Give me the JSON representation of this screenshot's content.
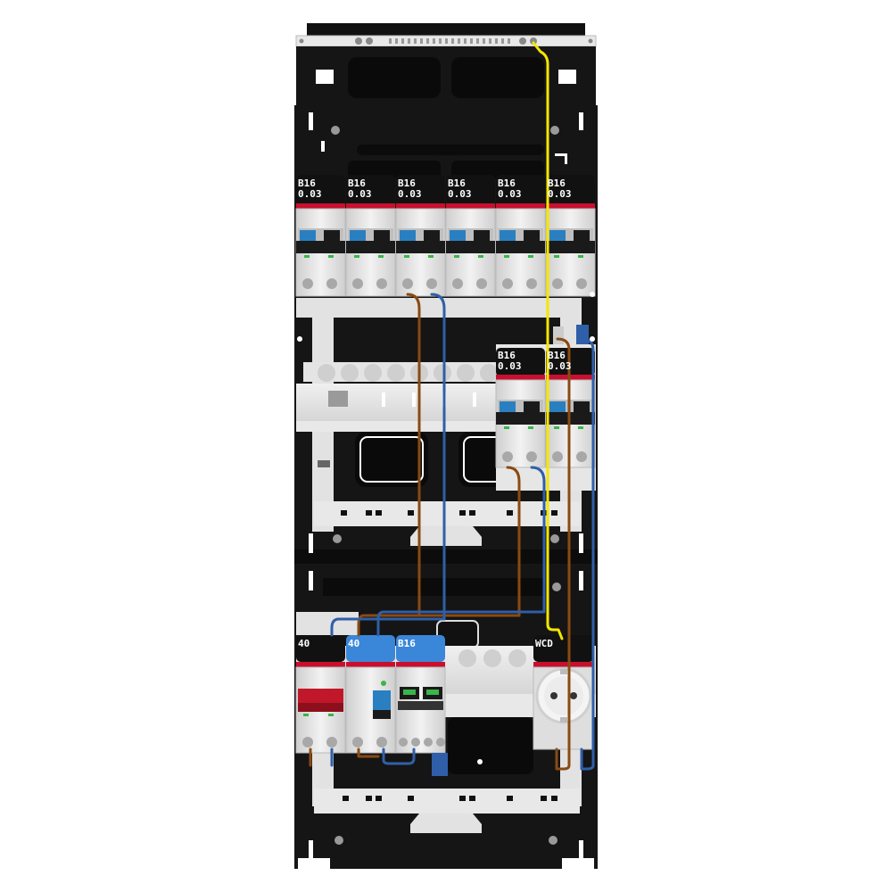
{
  "colors": {
    "panel": "#151515",
    "panel_dark": "#0b0b0b",
    "rail": "#e6e6e6",
    "abb_red": "#c8102e",
    "breaker_body": "#dcdcdc",
    "toggle_blue": "#2a7fc1",
    "rcd_red": "#c0182a",
    "label_blue": "#3a86d9",
    "wire_brown": "#8a4a12",
    "wire_blue": "#2f5fa8",
    "wire_yellow": "#f5e600"
  },
  "devices": {
    "top_row": [
      {
        "rating": "B16",
        "sensitivity": "0.03"
      },
      {
        "rating": "B16",
        "sensitivity": "0.03"
      },
      {
        "rating": "B16",
        "sensitivity": "0.03"
      },
      {
        "rating": "B16",
        "sensitivity": "0.03"
      },
      {
        "rating": "B16",
        "sensitivity": "0.03"
      },
      {
        "rating": "B16",
        "sensitivity": "0.03"
      }
    ],
    "middle_row": [
      {
        "rating": "B16",
        "sensitivity": "0.03"
      },
      {
        "rating": "B16",
        "sensitivity": "0.03"
      }
    ],
    "bottom_row": {
      "main_switch": "40",
      "rcd": "40",
      "mcb": "B16",
      "socket": "WCD"
    }
  }
}
